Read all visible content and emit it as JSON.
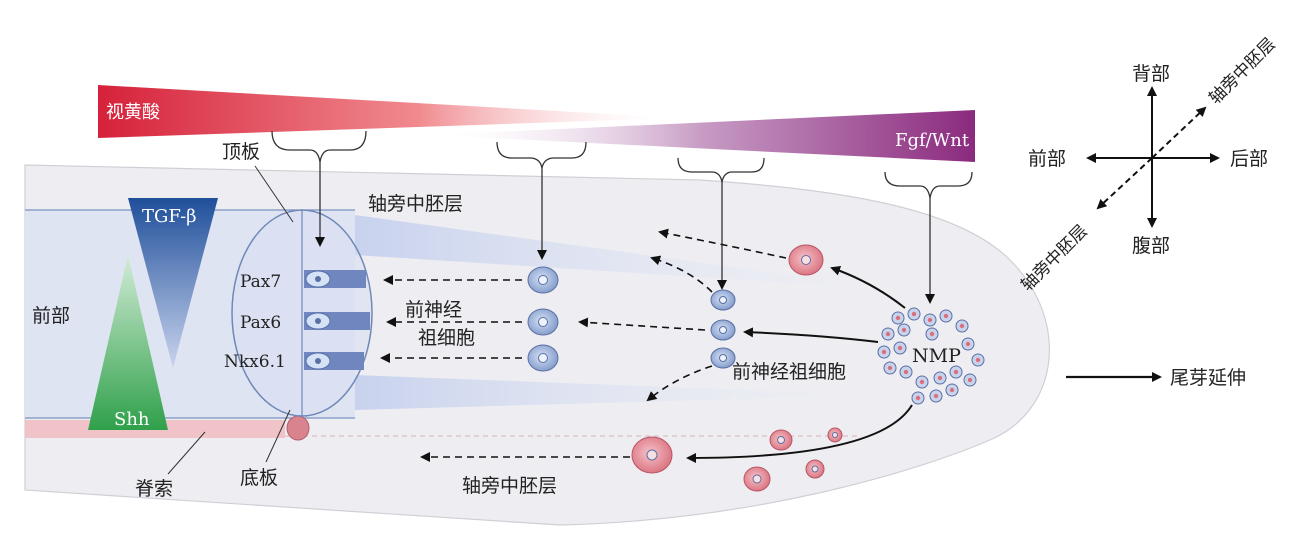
{
  "gradients": {
    "retinoic_acid": "视黄酸",
    "fgf_wnt": "Fgf/Wnt",
    "tgf_beta": "TGF-β",
    "shh": "Shh"
  },
  "labels": {
    "roof_plate": "顶板",
    "floor_plate": "底板",
    "notochord": "脊索",
    "anterior_left": "前部",
    "paraxial_mesoderm_top": "轴旁中胚层",
    "paraxial_mesoderm_bottom": "轴旁中胚层",
    "neural_progenitors_line1": "前神经",
    "neural_progenitors_line2": "祖细胞",
    "pre_neural_progenitors": "前神经祖细胞",
    "nmp": "NMP",
    "tailbud_extension": "尾芽延伸"
  },
  "genes": [
    "Pax7",
    "Pax6",
    "Nkx6.1"
  ],
  "axes": {
    "dorsal": "背部",
    "ventral": "腹部",
    "anterior": "前部",
    "posterior": "后部",
    "paraxial_upper": "轴旁中胚层",
    "paraxial_lower": "轴旁中胚层"
  },
  "colors": {
    "retinoic_acid": "#d6213a",
    "fgf_wnt": "#8b2a7e",
    "tgf_beta": "#1f4f9a",
    "shh": "#2fa04a",
    "body_fill": "#eeeef2",
    "neural_tube": "#d5dcf0",
    "notochord": "#f0c3c8",
    "mesoderm_cell": "#e58a97",
    "neural_cell": "#8ea8d6"
  }
}
